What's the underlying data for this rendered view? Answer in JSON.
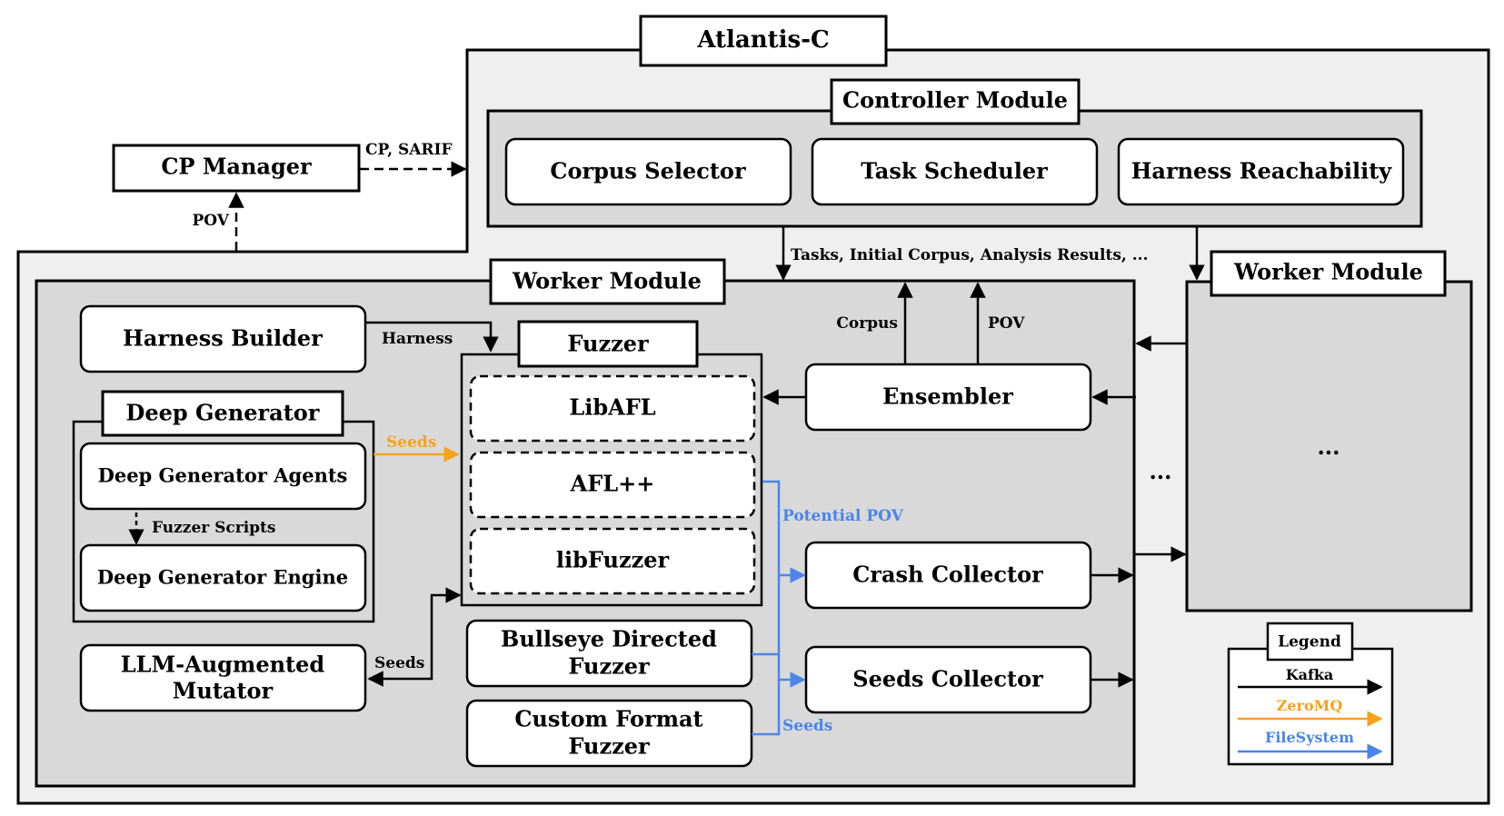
{
  "title": "Atlantis-C",
  "cp_manager": "CP Manager",
  "edges": {
    "cp_sarif": "CP, SARIF",
    "pov_up": "POV",
    "tasks": "Tasks, Initial Corpus, Analysis Results, ...",
    "corpus": "Corpus",
    "pov": "POV",
    "harness": "Harness",
    "seeds_orange": "Seeds",
    "fuzzer_scripts": "Fuzzer Scripts",
    "seeds_llm": "Seeds",
    "potential_pov": "Potential POV",
    "seeds_fs": "Seeds"
  },
  "controller": {
    "title": "Controller Module",
    "items": [
      "Corpus Selector",
      "Task Scheduler",
      "Harness Reachability"
    ]
  },
  "worker": {
    "title": "Worker Module",
    "harness_builder": "Harness Builder",
    "deep_generator": {
      "title": "Deep Generator",
      "agents": "Deep Generator Agents",
      "engine": "Deep Generator Engine"
    },
    "llm_mutator": [
      "LLM-Augmented",
      "Mutator"
    ],
    "fuzzer": {
      "title": "Fuzzer",
      "items": [
        "LibAFL",
        "AFL++",
        "libFuzzer"
      ]
    },
    "bullseye": [
      "Bullseye Directed",
      "Fuzzer"
    ],
    "custom_format": [
      "Custom Format",
      "Fuzzer"
    ],
    "ensembler": "Ensembler",
    "crash_collector": "Crash Collector",
    "seeds_collector": "Seeds Collector"
  },
  "worker2": {
    "title": "Worker Module",
    "ellipsis": "..."
  },
  "between_ellipsis": "...",
  "legend": {
    "title": "Legend",
    "items": [
      {
        "label": "Kafka",
        "color": "#000000"
      },
      {
        "label": "ZeroMQ",
        "color": "#f7a21b"
      },
      {
        "label": "FileSystem",
        "color": "#4a86e8"
      }
    ]
  },
  "colors": {
    "outer_bg": "#efefef",
    "module_bg": "#d9d9d9",
    "kafka": "#000000",
    "zeromq": "#f7a21b",
    "filesystem": "#4a86e8"
  }
}
